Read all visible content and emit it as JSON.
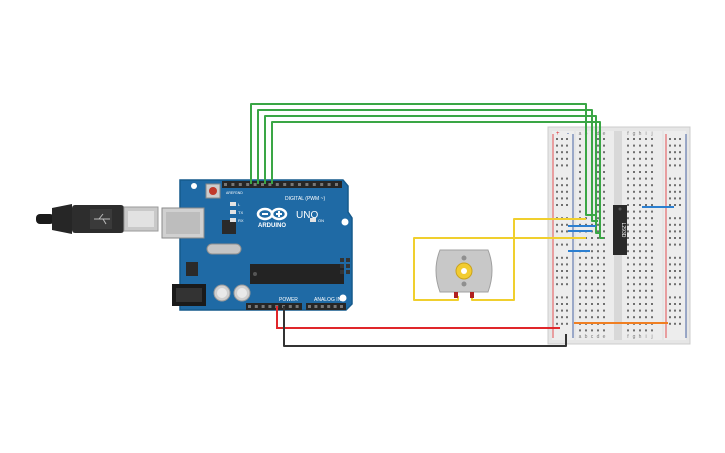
{
  "arduino": {
    "logo_text": "ARDUINO",
    "model": "UNO",
    "digital_label": "DIGITAL (PWM ~)",
    "power_label": "POWER",
    "analog_label": "ANALOG IN",
    "tx_label": "TX",
    "rx_label": "RX",
    "l_label": "L",
    "on_label": "ON",
    "aref_label": "AREF",
    "gnd_label": "GND"
  },
  "chip": {
    "label": "L293D"
  },
  "breadboard": {
    "col_letters_left": [
      "a",
      "b",
      "c",
      "d",
      "e"
    ],
    "col_letters_right": [
      "f",
      "g",
      "h",
      "i",
      "j"
    ],
    "rail_plus": "+",
    "rail_minus": "-"
  },
  "colors": {
    "arduino_board": "#1f6aa5",
    "arduino_edge": "#155a8c",
    "usb_metal": "#c9c9c9",
    "breadboard": "#e6e6e6",
    "wire_green": "#3aa645",
    "wire_yellow": "#f0cf2e",
    "wire_red": "#e0262a",
    "wire_black": "#333333",
    "wire_blue": "#2c7fd0",
    "wire_orange": "#f07f22",
    "motor_body": "#c8c8c8",
    "chip_body": "#2a2a2a"
  }
}
